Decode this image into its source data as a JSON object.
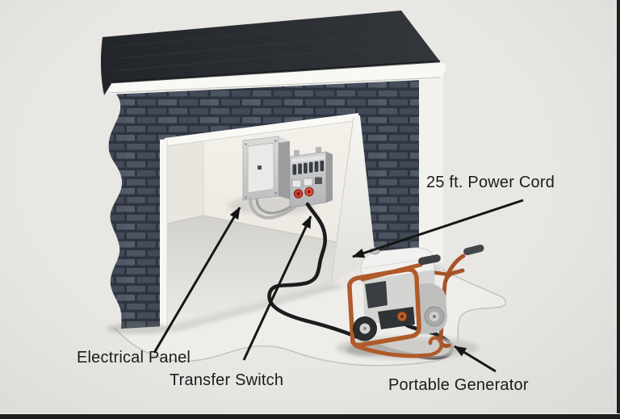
{
  "labels": {
    "power_cord": {
      "text": "25 ft. Power Cord"
    },
    "electrical_panel": {
      "text": "Electrical Panel"
    },
    "transfer_switch": {
      "text": "Transfer Switch"
    },
    "portable_generator": {
      "text": "Portable Generator"
    }
  },
  "components": [
    "roof",
    "fascia-trim",
    "brick-wall",
    "garage-opening",
    "garage-interior",
    "electrical-panel",
    "transfer-switch",
    "conduit",
    "power-cord",
    "portable-generator",
    "generator-wheel",
    "driveway-pad"
  ],
  "colors": {
    "background": "#e8e7e4",
    "roof": "#26292d",
    "brick": "#39404b",
    "fascia_trim": "#f8f8f5",
    "interior_wall": "#f1efe8",
    "floor": "#dcdbd5",
    "panel_metal": "#cfd0d0",
    "outlet_red": "#d23b2c",
    "power_cord": "#1c1c1e",
    "generator_frame": "#b05a2b",
    "arrow": "#161616",
    "label_text": "#1c1c1c",
    "frame_edge": "#1f1f1f"
  }
}
